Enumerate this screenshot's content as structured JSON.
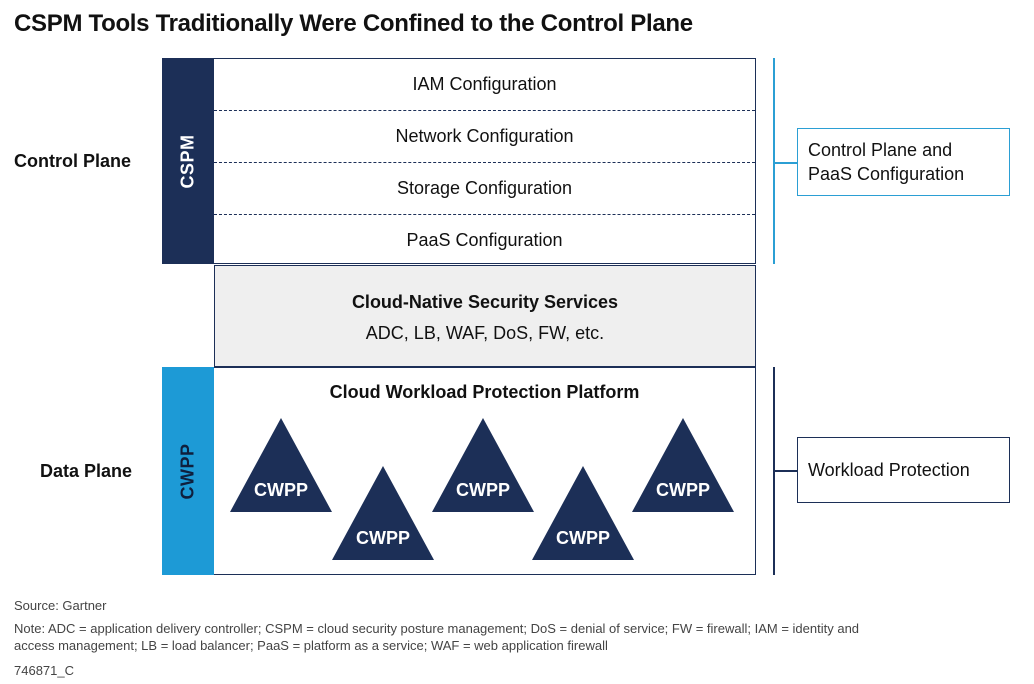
{
  "title": "CSPM Tools Traditionally Were Confined to the Control Plane",
  "control_plane_label": "Control Plane",
  "data_plane_label": "Data Plane",
  "cspm_bar_label": "CSPM",
  "cwpp_bar_label": "CWPP",
  "cspm_rows": [
    "IAM Configuration",
    "Network Configuration",
    "Storage Configuration",
    "PaaS Configuration"
  ],
  "cloud_native": {
    "heading": "Cloud-Native Security Services",
    "sub": "ADC, LB, WAF, DoS, FW, etc."
  },
  "cwpp_box": {
    "heading": "Cloud Workload Protection Platform",
    "triangles": [
      "CWPP",
      "CWPP",
      "CWPP",
      "CWPP",
      "CWPP"
    ]
  },
  "callouts": {
    "control": "Control Plane and PaaS Configuration",
    "workload": "Workload Protection"
  },
  "footer": {
    "source": "Source: Gartner",
    "note_line1": "Note: ADC = application delivery controller; CSPM = cloud security posture management; DoS = denial of service; FW = firewall; IAM = identity and",
    "note_line2": "access management; LB = load balancer; PaaS = platform as a service; WAF = web application firewall",
    "id": "746871_C"
  },
  "colors": {
    "navy": "#1c2f57",
    "blue": "#1d9ad6",
    "gray": "#efefef"
  }
}
